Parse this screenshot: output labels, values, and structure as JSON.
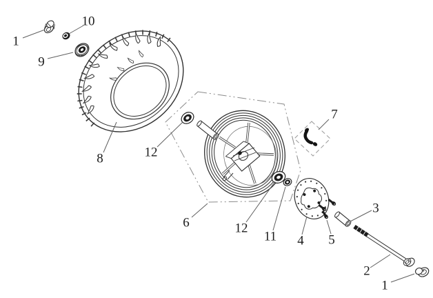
{
  "diagram": {
    "background_color": "#ffffff",
    "line_color": "#2f2f2f",
    "label_color": "#1c1c1c",
    "dash_outline_color": "#8a8a8a"
  },
  "callouts": [
    {
      "part": "axle-cap-nut-top",
      "text": "1"
    },
    {
      "part": "flange-nut",
      "text": "10"
    },
    {
      "part": "dust-seal",
      "text": "9"
    },
    {
      "part": "tire",
      "text": "8"
    },
    {
      "part": "wheel-bearing-left",
      "text": "12"
    },
    {
      "part": "front-wheel-assembly",
      "text": "6"
    },
    {
      "part": "wheel-bearing-right",
      "text": "12"
    },
    {
      "part": "bearing-lock-nut",
      "text": "11"
    },
    {
      "part": "brake-disc",
      "text": "4"
    },
    {
      "part": "disc-bolts",
      "text": "5"
    },
    {
      "part": "tire-valve",
      "text": "7"
    },
    {
      "part": "axle-spacer",
      "text": "3"
    },
    {
      "part": "front-axle",
      "text": "2"
    },
    {
      "part": "axle-cap-nut-bottom",
      "text": "1"
    }
  ]
}
